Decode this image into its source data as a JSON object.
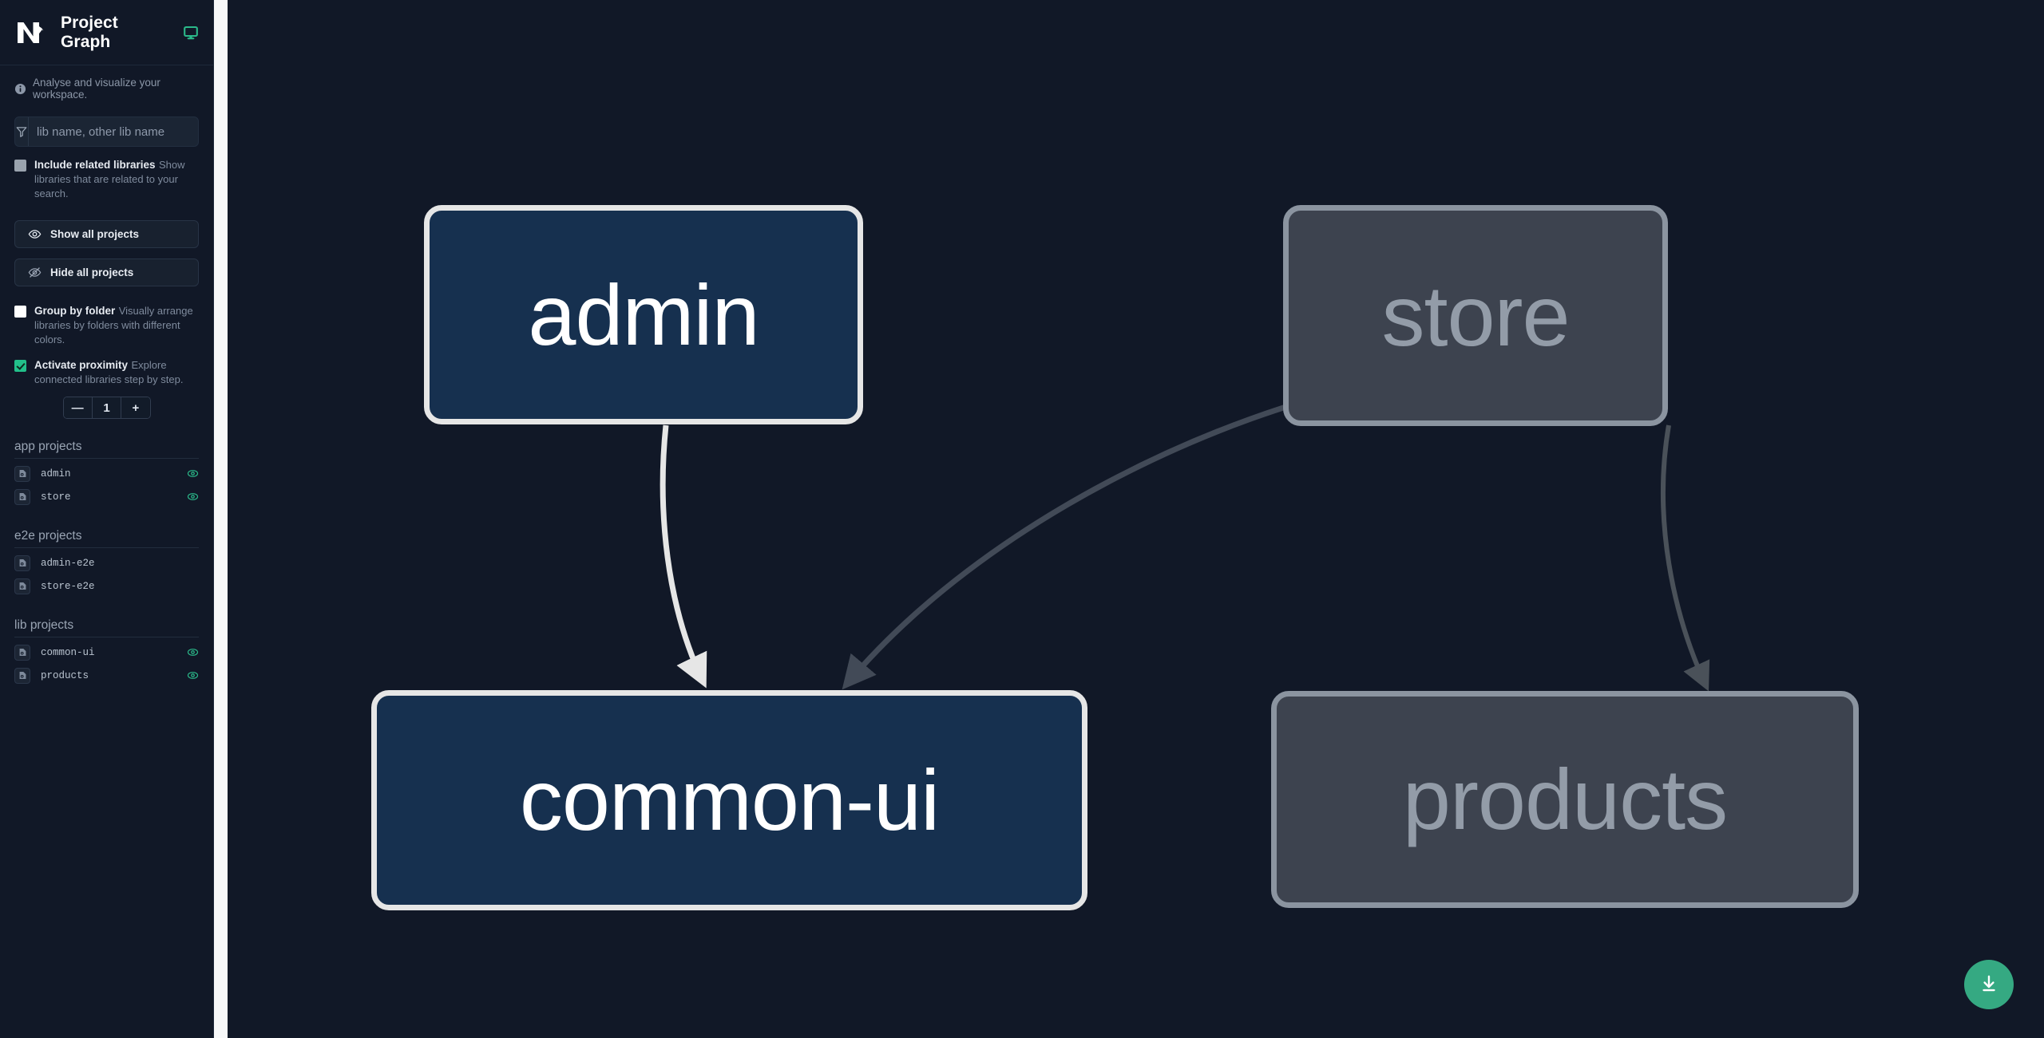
{
  "header": {
    "title": "Project Graph",
    "logo_icon": "nx-logo-icon",
    "display_icon": "monitor-icon",
    "display_icon_color": "#2bb98a"
  },
  "subtitle": {
    "info_icon": "info-icon",
    "text": "Analyse and visualize your workspace."
  },
  "search": {
    "filter_icon": "filter-icon",
    "placeholder": "lib name, other lib name",
    "value": ""
  },
  "options": [
    {
      "name": "include-related-libraries",
      "label": "Include related libraries",
      "description": "Show libraries that are related to your search.",
      "checked": false,
      "box_style": "grey"
    },
    {
      "name": "group-by-folder",
      "label": "Group by folder",
      "description": "Visually arrange libraries by folders with different colors.",
      "checked": false,
      "box_style": "white"
    },
    {
      "name": "activate-proximity",
      "label": "Activate proximity",
      "description": "Explore connected libraries step by step.",
      "checked": true,
      "box_style": "green"
    }
  ],
  "buttons": {
    "show_all": {
      "label": "Show all projects",
      "icon": "eye-icon"
    },
    "hide_all": {
      "label": "Hide all projects",
      "icon": "eye-slash-icon"
    }
  },
  "stepper": {
    "decrement_label": "—",
    "value": "1",
    "increment_label": "+"
  },
  "project_groups": [
    {
      "title": "app projects",
      "projects": [
        {
          "name": "admin",
          "visible": true
        },
        {
          "name": "store",
          "visible": true
        }
      ]
    },
    {
      "title": "e2e projects",
      "projects": [
        {
          "name": "admin-e2e",
          "visible": false
        },
        {
          "name": "store-e2e",
          "visible": false
        }
      ]
    },
    {
      "title": "lib projects",
      "projects": [
        {
          "name": "common-ui",
          "visible": true
        },
        {
          "name": "products",
          "visible": true
        }
      ]
    }
  ],
  "graph": {
    "nodes": [
      {
        "id": "admin",
        "label": "admin",
        "state": "focused"
      },
      {
        "id": "store",
        "label": "store",
        "state": "dimmed"
      },
      {
        "id": "common-ui",
        "label": "common-ui",
        "state": "focused"
      },
      {
        "id": "products",
        "label": "products",
        "state": "dimmed"
      }
    ],
    "edges": [
      {
        "from": "admin",
        "to": "common-ui",
        "state": "highlighted",
        "color": "#e6e6e6"
      },
      {
        "from": "store",
        "to": "common-ui",
        "state": "dimmed",
        "color": "#424a57"
      },
      {
        "from": "store",
        "to": "products",
        "state": "dimmed",
        "color": "#4a5159"
      }
    ],
    "background_color": "#111827"
  },
  "download_button": {
    "icon": "download-icon",
    "color": "#35a982"
  }
}
